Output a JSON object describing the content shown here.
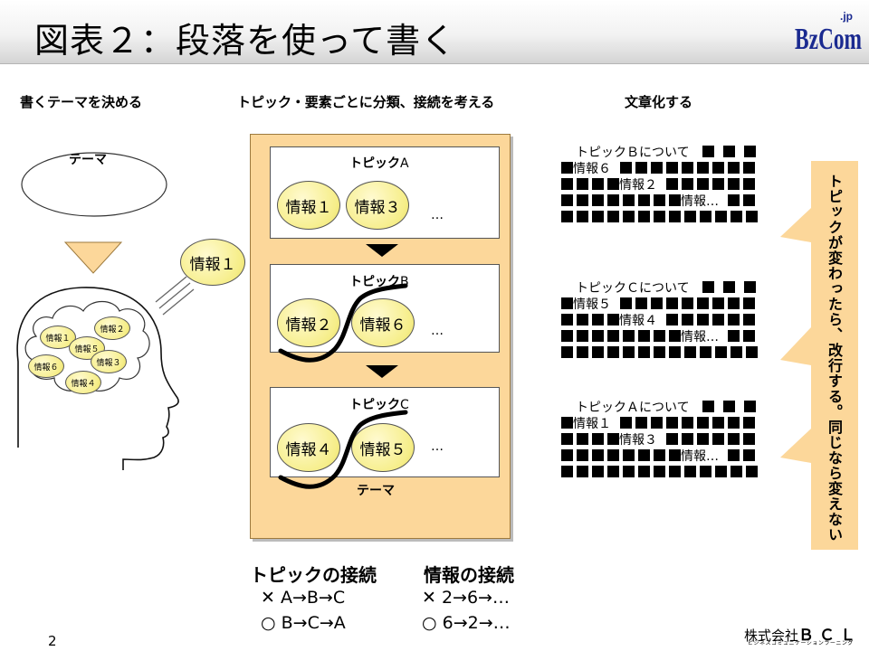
{
  "slide": {
    "title": "図表２：段落を使って書く",
    "page_number": "2"
  },
  "logo": {
    "text": "BzCom",
    "suffix": ".jp",
    "color": "#1a2a90"
  },
  "columns": {
    "left_heading": "書くテーマを決める",
    "middle_heading": "トピック・要素ごとに分類、接続を考える",
    "right_heading": "文章化する"
  },
  "left": {
    "theme_label": "テーマ",
    "floating_info": "情報１",
    "brain_items": [
      "情報１",
      "情報２",
      "情報５",
      "情報６",
      "情報３",
      "情報４"
    ]
  },
  "topics": [
    {
      "title_bold": "トピック",
      "title_letter": "A",
      "items": [
        "情報１",
        "情報３"
      ],
      "ellipsis": "…"
    },
    {
      "title_bold": "トピック",
      "title_letter": "B",
      "items": [
        "情報２",
        "情報６"
      ],
      "ellipsis": "…"
    },
    {
      "title_bold": "トピック",
      "title_letter": "C",
      "items": [
        "情報４",
        "情報５"
      ],
      "ellipsis": "…"
    }
  ],
  "panel_theme_label": "テーマ",
  "paragraphs": [
    {
      "heading": "トピックＢについて",
      "info_a": "情報６",
      "info_b": "情報２",
      "info_c": "情報…"
    },
    {
      "heading": "トピックＣについて",
      "info_a": "情報５",
      "info_b": "情報４",
      "info_c": "情報…"
    },
    {
      "heading": "トピックＡについて",
      "info_a": "情報１",
      "info_b": "情報３",
      "info_c": "情報…"
    }
  ],
  "callout_text": "トピックが変わったら、改行する。同じなら変えない",
  "summary": {
    "topic_heading": "トピックの接続",
    "topic_bad": "✕ A→B→C",
    "topic_good": "○ B→C→A",
    "info_heading": "情報の接続",
    "info_bad": "✕ 2→6→…",
    "info_good": "○ 6→2→…"
  },
  "company": {
    "name_prefix": "株式会社",
    "name": "ＢＣＬ",
    "tagline": "ビジネスコミュニケーションラーニング"
  },
  "colors": {
    "panel_fill": "#fcd79a",
    "circle_fill": "#f6ee8a",
    "triangle_fill": "#fcd79a"
  }
}
